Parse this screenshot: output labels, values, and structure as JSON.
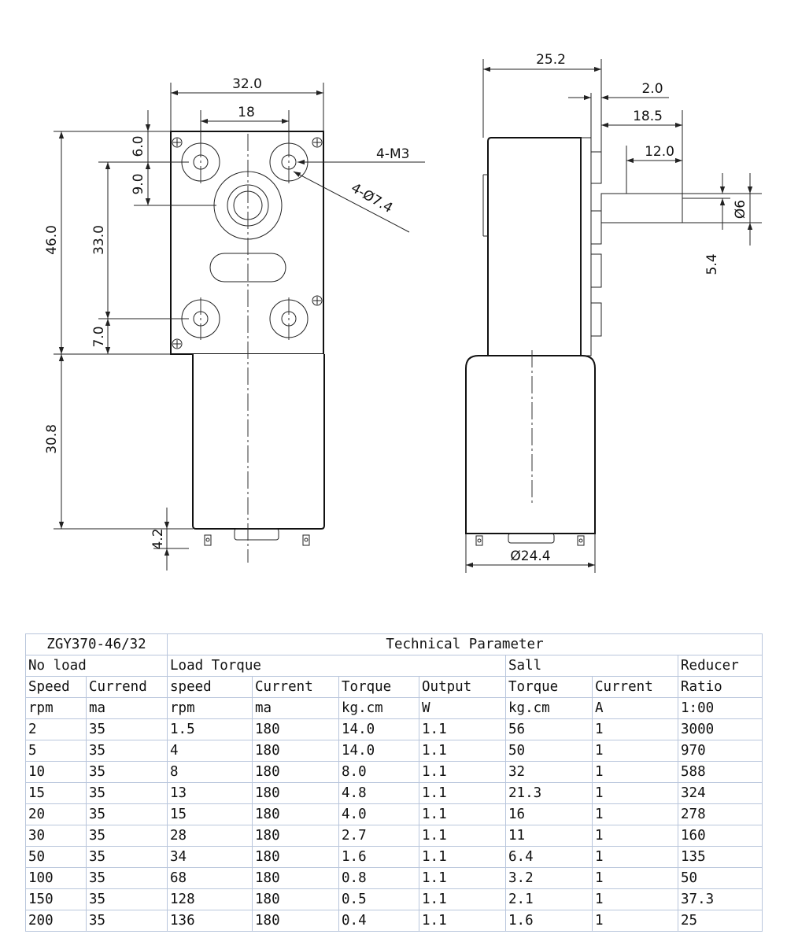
{
  "drawing": {
    "front": {
      "width": "32.0",
      "hole_spacing_x": "18",
      "height": "46.0",
      "top_offset": "6.0",
      "shaft_offset": "9.0",
      "hole_spacing_y": "33.0",
      "bottom_offset": "7.0",
      "motor_length": "30.8",
      "terminal_length": "4.2",
      "thread_callout": "4-M3",
      "boss_callout": "4-Ø7.4"
    },
    "side": {
      "total_depth": "25.2",
      "flange_thickness": "2.0",
      "shaft_length": "18.5",
      "shaft_flat_length": "12.0",
      "shaft_diameter": "Ø6",
      "shaft_flat": "5.4",
      "motor_diameter": "Ø24.4"
    }
  },
  "table": {
    "model": "ZGY370-46/32",
    "title": "Technical Parameter",
    "groups": [
      "No load",
      "Load Torque",
      "Sall",
      "Reducer"
    ],
    "headers": [
      "Speed",
      "Currend",
      "speed",
      "Current",
      "Torque",
      "Output",
      "Torque",
      "Current",
      "Ratio"
    ],
    "units": [
      "rpm",
      "ma",
      "rpm",
      "ma",
      "kg.cm",
      "W",
      "kg.cm",
      "A",
      "1:00"
    ],
    "rows": [
      [
        "2",
        "35",
        "1.5",
        "180",
        "14.0",
        "1.1",
        "56",
        "1",
        "3000"
      ],
      [
        "5",
        "35",
        "4",
        "180",
        "14.0",
        "1.1",
        "50",
        "1",
        "970"
      ],
      [
        "10",
        "35",
        "8",
        "180",
        "8.0",
        "1.1",
        "32",
        "1",
        "588"
      ],
      [
        "15",
        "35",
        "13",
        "180",
        "4.8",
        "1.1",
        "21.3",
        "1",
        "324"
      ],
      [
        "20",
        "35",
        "15",
        "180",
        "4.0",
        "1.1",
        "16",
        "1",
        "278"
      ],
      [
        "30",
        "35",
        "28",
        "180",
        "2.7",
        "1.1",
        "11",
        "1",
        "160"
      ],
      [
        "50",
        "35",
        "34",
        "180",
        "1.6",
        "1.1",
        "6.4",
        "1",
        "135"
      ],
      [
        "100",
        "35",
        "68",
        "180",
        "0.8",
        "1.1",
        "3.2",
        "1",
        "50"
      ],
      [
        "150",
        "35",
        "128",
        "180",
        "0.5",
        "1.1",
        "2.1",
        "1",
        "37.3"
      ],
      [
        "200",
        "35",
        "136",
        "180",
        "0.4",
        "1.1",
        "1.6",
        "1",
        "25"
      ]
    ]
  }
}
